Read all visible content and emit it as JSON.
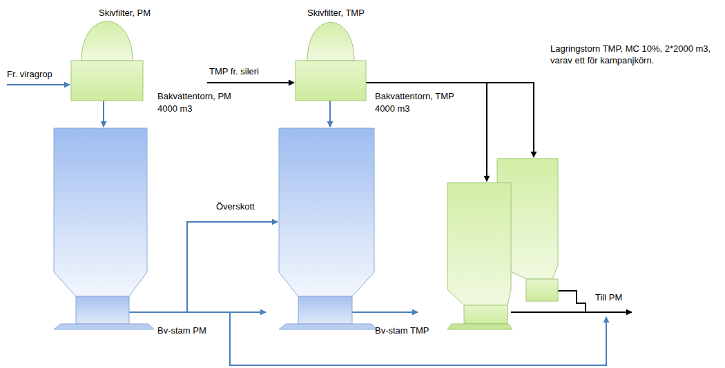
{
  "diagram": {
    "nodes": [
      {
        "text": [
          "Skivfilter, PM"
        ]
      },
      {
        "text": [
          "Bakvattentorn, PM",
          "4000 m3"
        ]
      },
      {
        "text": [
          "Skivfilter, TMP"
        ]
      },
      {
        "text": [
          "Bakvattentorn, TMP",
          "4000 m3"
        ]
      },
      {
        "text": [
          "Lagringstorn TMP, MC 10%, 2*2000 m3, varav ett för kampanjkörn."
        ]
      }
    ],
    "edges": [
      {
        "from": 0,
        "to": 1,
        "arrow": "to"
      },
      {
        "from": 2,
        "to": 3,
        "arrow": "to"
      },
      {
        "from": 2,
        "to": 4,
        "arrow": "to"
      },
      {
        "from": 1,
        "to": 3,
        "label": "Överskott",
        "arrow": "to"
      }
    ],
    "labels": [
      "Fr. viragrop",
      "TMP fr. sileri",
      "Bv-stam PM",
      "Bv-stam TMP",
      "Till PM"
    ]
  }
}
